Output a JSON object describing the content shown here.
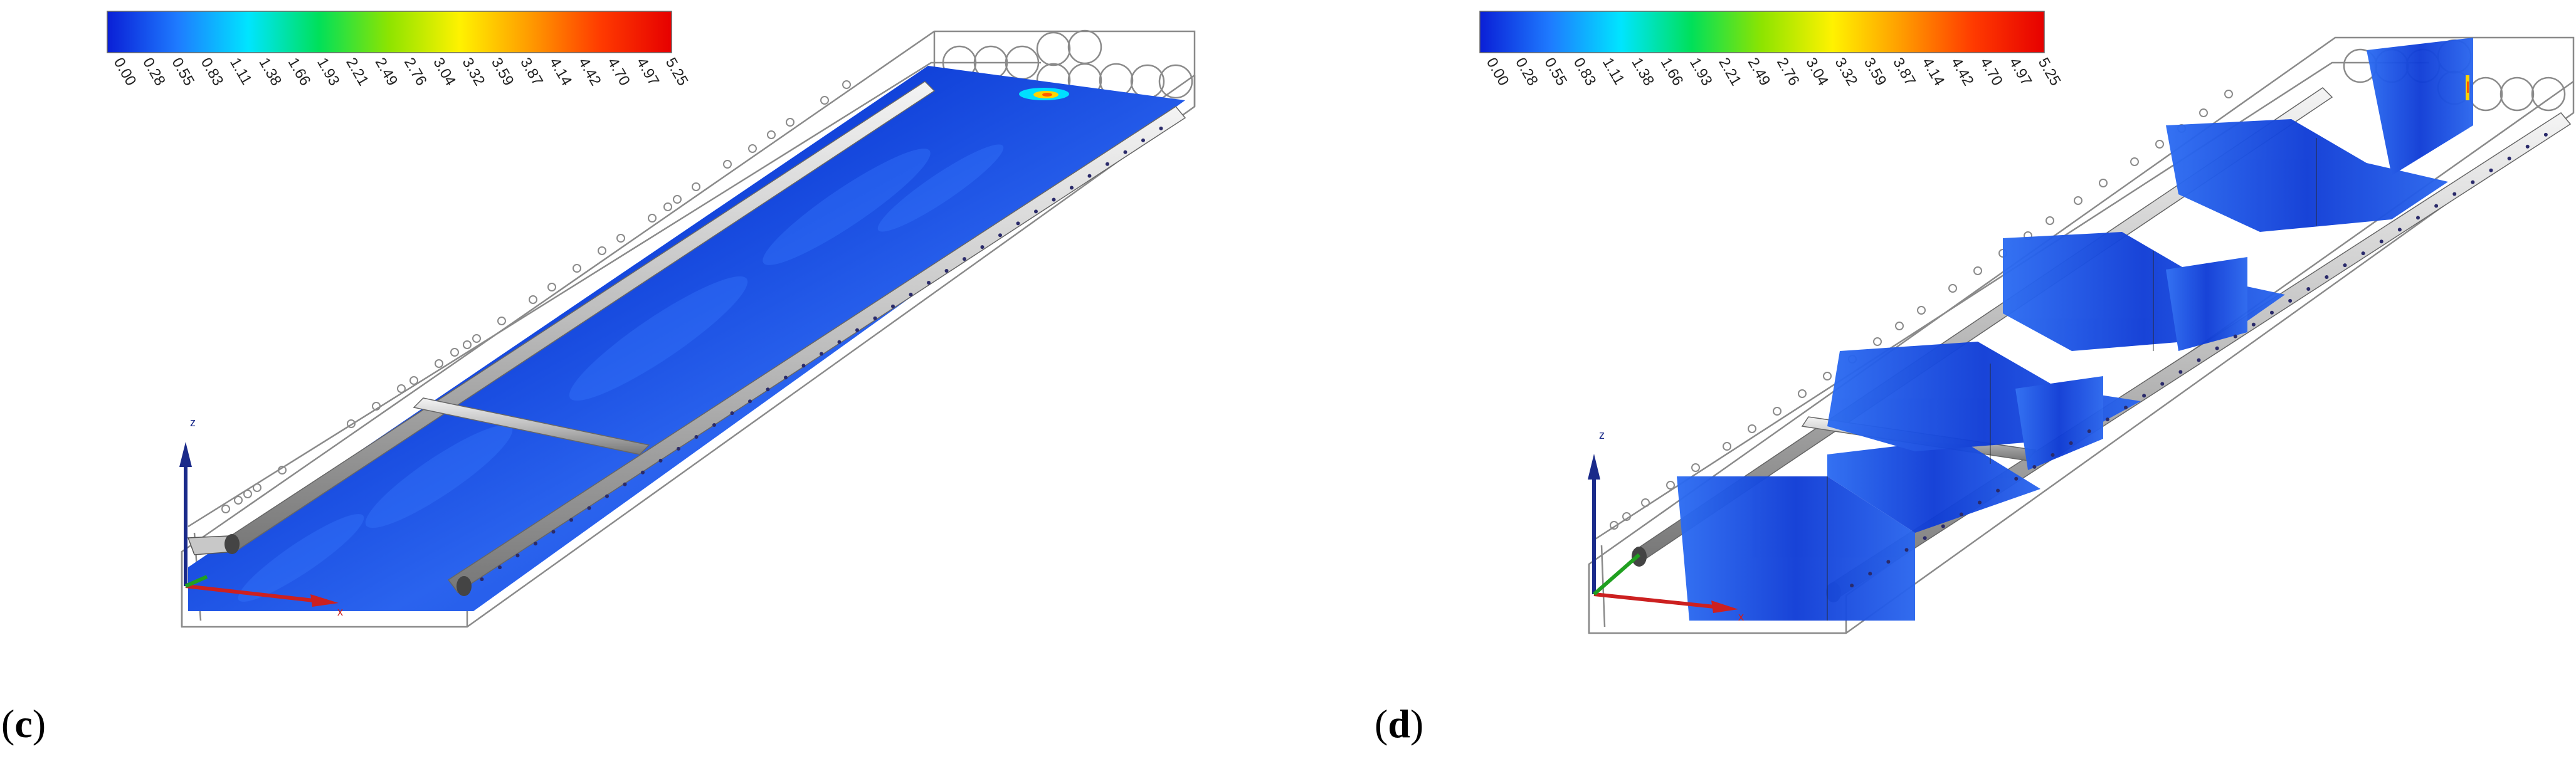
{
  "colorbar": {
    "ticks": [
      "0.00",
      "0.28",
      "0.55",
      "0.83",
      "1.11",
      "1.38",
      "1.66",
      "1.93",
      "2.21",
      "2.49",
      "2.76",
      "3.04",
      "3.32",
      "3.59",
      "3.87",
      "4.14",
      "4.42",
      "4.70",
      "4.97",
      "5.25"
    ],
    "gradient": [
      "#0a1fd6",
      "#1e7bff",
      "#00e5ff",
      "#00e05a",
      "#8ee400",
      "#fff200",
      "#ff9a00",
      "#ff3a00",
      "#e60000"
    ]
  },
  "panels": [
    {
      "id": "c",
      "caption_open": "(",
      "caption_letter": "c",
      "caption_close": ")"
    },
    {
      "id": "d",
      "caption_open": "(",
      "caption_letter": "d",
      "caption_close": ")"
    }
  ],
  "axes": {
    "z": "z",
    "x": "x"
  }
}
